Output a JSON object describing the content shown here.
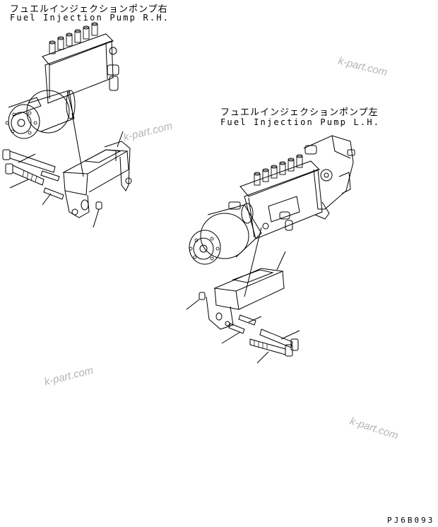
{
  "rh": {
    "label_jp": "フュエルインジェクションポンプ右",
    "label_en": "Fuel Injection Pump R.H."
  },
  "lh": {
    "label_jp": "フュエルインジェクションポンプ左",
    "label_en": "Fuel Injection Pump L.H."
  },
  "watermark": "k-part.com",
  "drawing_code": "PJ6B093",
  "colors": {
    "ink": "#000000",
    "watermark": "#b4b4b4"
  }
}
